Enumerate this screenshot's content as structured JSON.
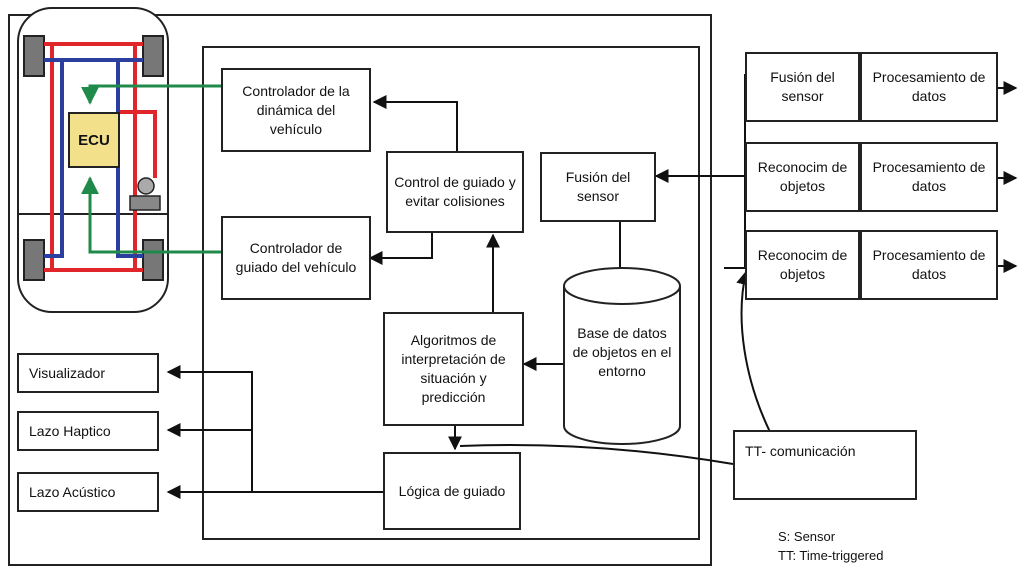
{
  "car": {
    "ecu_label": "ECU"
  },
  "blocks": {
    "vehicle_dynamics_controller": "Controlador de la dinámica del vehículo",
    "vehicle_guidance_controller": "Controlador de guiado del vehículo",
    "guidance_control": "Control de guiado y evitar colisiones",
    "interpretation_algorithms": "Algoritmos de interpretación de situación y predicción",
    "guidance_logic": "Lógica de guiado",
    "sensor_fusion_center": "Fusión del sensor",
    "object_database": "Base de datos de objetos en el entorno"
  },
  "outputs": {
    "display": "Visualizador",
    "haptic_loop": "Lazo Haptico",
    "acoustic_loop": "Lazo Acústico"
  },
  "sensors": [
    {
      "function": "Fusión del sensor",
      "processing": "Procesamiento de datos"
    },
    {
      "function": "Reconocim de objetos",
      "processing": "Procesamiento de datos"
    },
    {
      "function": "Reconocim de objetos",
      "processing": "Procesamiento de datos"
    }
  ],
  "communication": "TT- comunicación",
  "legend": [
    "S: Sensor",
    "TT: Time-triggered"
  ],
  "colors": {
    "ecu_fill": "#f3e08a",
    "power_red": "#e0262b",
    "signal_blue": "#2d3f9e",
    "control_green": "#1f8a4a"
  }
}
